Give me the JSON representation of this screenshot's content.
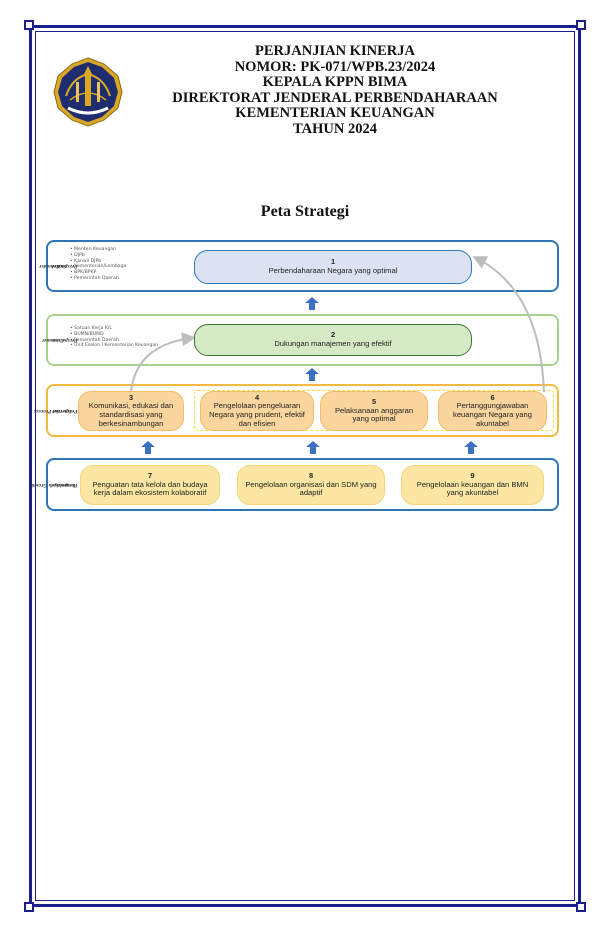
{
  "header": {
    "lines": [
      "PERJANJIAN KINERJA",
      "NOMOR: PK-071/WPB.23/2024",
      "KEPALA KPPN BIMA",
      "DIREKTORAT JENDERAL PERBENDAHARAAN",
      "KEMENTERIAN KEUANGAN",
      "TAHUN 2024"
    ]
  },
  "logo": {
    "icon": "ministry-of-finance-emblem-icon",
    "colors": {
      "navy": "#1f2d6e",
      "gold": "#d9a824"
    }
  },
  "map_title": "Peta Strategi",
  "colors": {
    "border": "#1a1f8c",
    "arrow": "#3a71c1",
    "stakeholder": "#2e75b6",
    "customer": "#a9d18e",
    "internal": "#f4b942",
    "learning": "#2e75b6"
  },
  "perspectives": {
    "stakeholder": {
      "label": [
        "Stakeholder",
        "Perspective"
      ],
      "items": [
        "Menteri Keuangan",
        "DJPb",
        "Kanwil DJPb",
        "Kementerian/Lembaga",
        "BPK/BPKP",
        "Pemerintah Daerah"
      ]
    },
    "customer": {
      "label": [
        "Customer",
        "Perspective"
      ],
      "items": [
        "Satuan Kerja K/L",
        "BUMN/BUMD",
        "Pemerintah Daerah",
        "Unit Eselon I Kementerian Keuangan"
      ]
    },
    "internal": {
      "label": [
        "Internal Process",
        "Perspective"
      ]
    },
    "learning": {
      "label": [
        "Learning & Growth",
        "Perspective"
      ]
    }
  },
  "objectives": {
    "o1": {
      "num": "1",
      "text": "Perbendaharaan Negara yang optimal"
    },
    "o2": {
      "num": "2",
      "text": "Dukungan manajemen yang efektif"
    },
    "o3": {
      "num": "3",
      "text": "Komunikasi, edukasi dan standardisasi yang berkesinambungan"
    },
    "o4": {
      "num": "4",
      "text": "Pengelolaan pengeluaran Negara yang prudent, efektif dan efisien"
    },
    "o5": {
      "num": "5",
      "text": "Pelaksanaan anggaran yang optimal"
    },
    "o6": {
      "num": "6",
      "text": "Pertanggungjawaban keuangan Negara yang akuntabel"
    },
    "o7": {
      "num": "7",
      "text": "Penguatan tata kelola dan budaya kerja dalam ekosistem kolaboratif"
    },
    "o8": {
      "num": "8",
      "text": "Pengelolaan organisasi dan SDM yang adaptif"
    },
    "o9": {
      "num": "9",
      "text": "Pengelolaan keuangan dan BMN yang akuntabel"
    }
  }
}
